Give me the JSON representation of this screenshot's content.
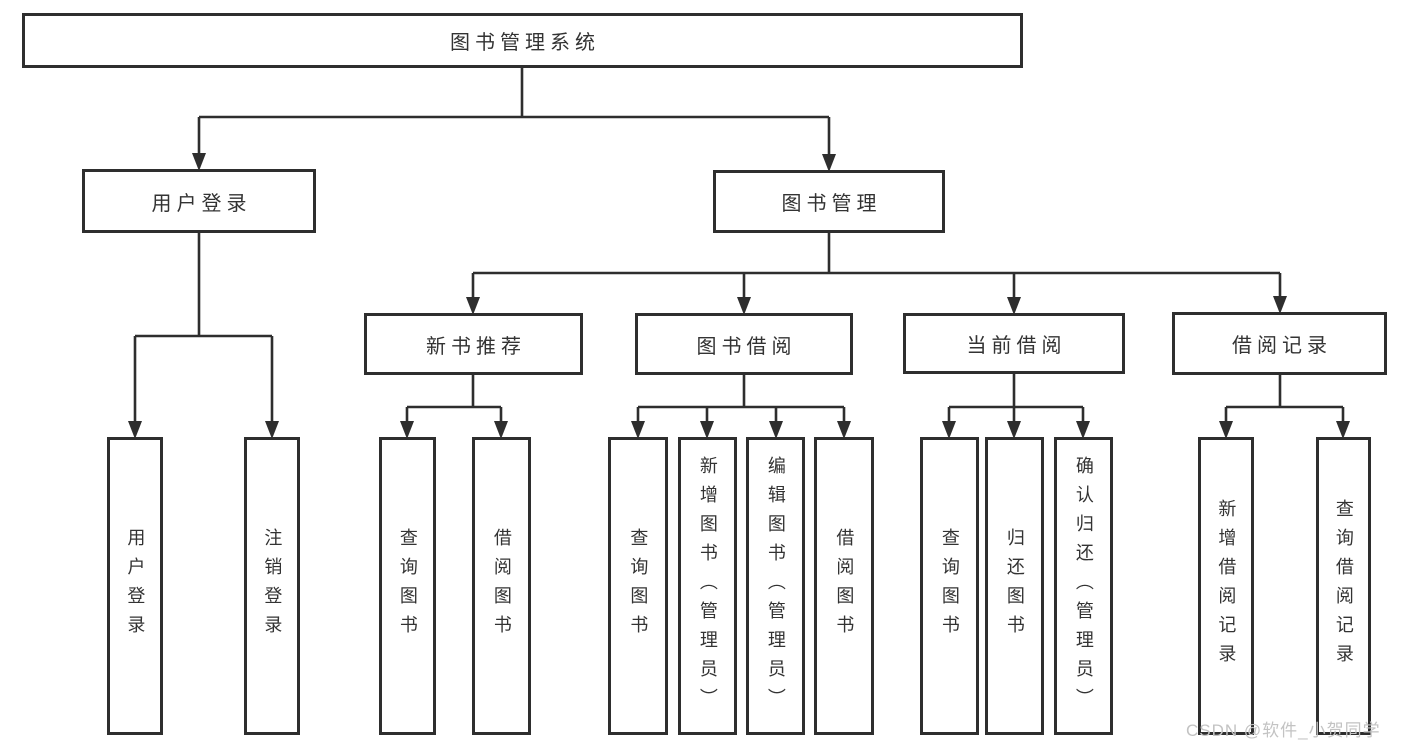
{
  "diagram": {
    "title": "图书管理系统",
    "type_hint": "functional-structure-tree",
    "colors": {
      "line": "#2e2e2e",
      "box_border": "#2e2e2e",
      "text": "#333333",
      "background": "#ffffff",
      "watermark": "#c3c3c3"
    },
    "watermark": "CSDN @软件_小贺同学"
  },
  "tree": {
    "root": {
      "label": "图书管理系统",
      "children": [
        {
          "label": "用户登录",
          "children": [
            {
              "label": "用户登录"
            },
            {
              "label": "注销登录"
            }
          ]
        },
        {
          "label": "图书管理",
          "children": [
            {
              "label": "新书推荐",
              "children": [
                {
                  "label": "查询图书"
                },
                {
                  "label": "借阅图书"
                }
              ]
            },
            {
              "label": "图书借阅",
              "children": [
                {
                  "label": "查询图书"
                },
                {
                  "label": "新增图书（管理员）"
                },
                {
                  "label": "编辑图书（管理员）"
                },
                {
                  "label": "借阅图书"
                }
              ]
            },
            {
              "label": "当前借阅",
              "children": [
                {
                  "label": "查询图书"
                },
                {
                  "label": "归还图书"
                },
                {
                  "label": "确认归还（管理员）"
                }
              ]
            },
            {
              "label": "借阅记录",
              "children": [
                {
                  "label": "新增借阅记录"
                },
                {
                  "label": "查询借阅记录"
                }
              ]
            }
          ]
        }
      ]
    }
  }
}
